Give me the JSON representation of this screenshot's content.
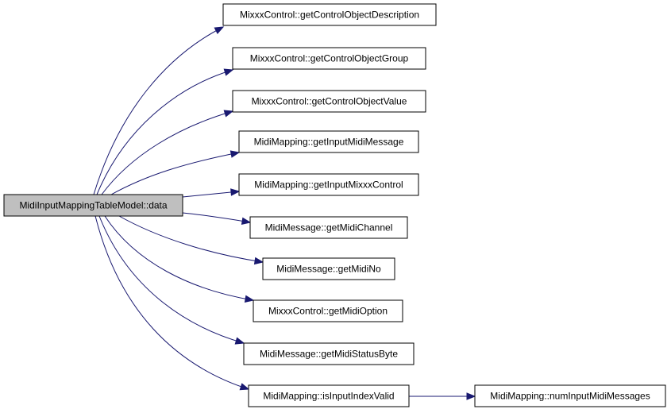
{
  "graph": {
    "type": "call-graph",
    "edge_color": "#191970",
    "root_fill": "#bfbfbf",
    "nodes": [
      {
        "id": "root",
        "label": "MidiInputMappingTableModel::data",
        "root": true
      },
      {
        "id": "n1",
        "label": "MixxxControl::getControlObjectDescription"
      },
      {
        "id": "n2",
        "label": "MixxxControl::getControlObjectGroup"
      },
      {
        "id": "n3",
        "label": "MixxxControl::getControlObjectValue"
      },
      {
        "id": "n4",
        "label": "MidiMapping::getInputMidiMessage"
      },
      {
        "id": "n5",
        "label": "MidiMapping::getInputMixxxControl"
      },
      {
        "id": "n6",
        "label": "MidiMessage::getMidiChannel"
      },
      {
        "id": "n7",
        "label": "MidiMessage::getMidiNo"
      },
      {
        "id": "n8",
        "label": "MixxxControl::getMidiOption"
      },
      {
        "id": "n9",
        "label": "MidiMessage::getMidiStatusByte"
      },
      {
        "id": "n10",
        "label": "MidiMapping::isInputIndexValid"
      },
      {
        "id": "n11",
        "label": "MidiMapping::numInputMidiMessages"
      }
    ],
    "edges": [
      {
        "from": "root",
        "to": "n1"
      },
      {
        "from": "root",
        "to": "n2"
      },
      {
        "from": "root",
        "to": "n3"
      },
      {
        "from": "root",
        "to": "n4"
      },
      {
        "from": "root",
        "to": "n5"
      },
      {
        "from": "root",
        "to": "n6"
      },
      {
        "from": "root",
        "to": "n7"
      },
      {
        "from": "root",
        "to": "n8"
      },
      {
        "from": "root",
        "to": "n9"
      },
      {
        "from": "root",
        "to": "n10"
      },
      {
        "from": "n10",
        "to": "n11"
      }
    ]
  }
}
